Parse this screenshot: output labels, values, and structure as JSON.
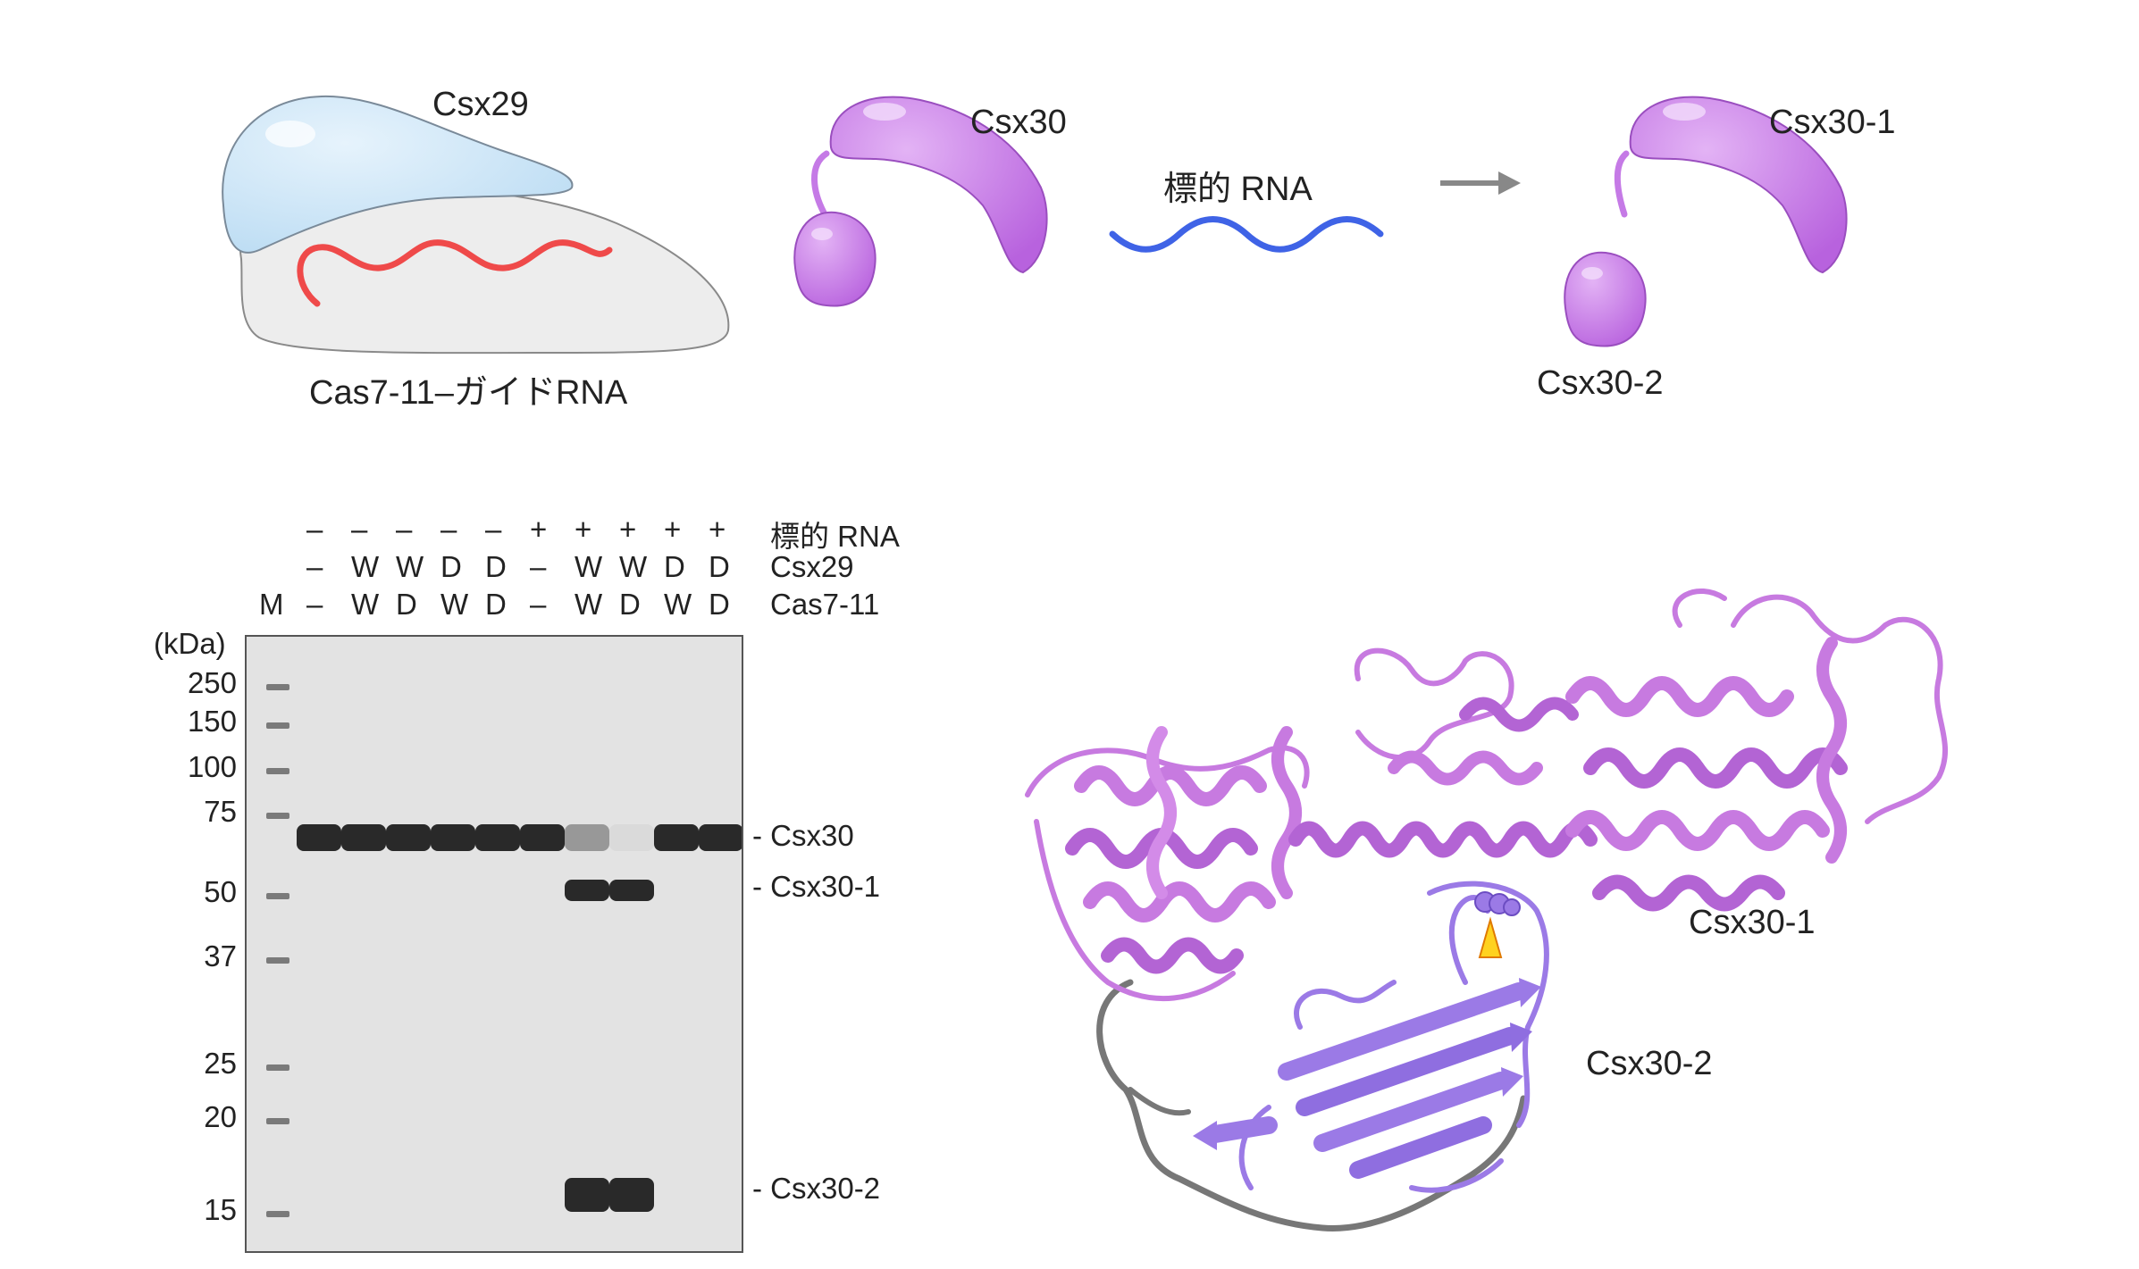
{
  "schematic": {
    "csx29": "Csx29",
    "cas711_guide": "Cas7-11–ガイドRNA",
    "csx30": "Csx30",
    "target_rna": "標的 RNA",
    "csx30_1": "Csx30-1",
    "csx30_2": "Csx30-2"
  },
  "gel": {
    "marker_label": "M",
    "kda_label": "(kDa)",
    "row_labels": [
      "標的 RNA",
      "Csx29",
      "Cas7-11"
    ],
    "rows": {
      "target_rna": [
        "–",
        "–",
        "–",
        "–",
        "–",
        "+",
        "+",
        "+",
        "+",
        "+"
      ],
      "csx29": [
        "–",
        "W",
        "W",
        "D",
        "D",
        "–",
        "W",
        "W",
        "D",
        "D"
      ],
      "cas711": [
        "–",
        "W",
        "D",
        "W",
        "D",
        "–",
        "W",
        "D",
        "W",
        "D"
      ]
    },
    "markers": [
      "250",
      "150",
      "100",
      "75",
      "50",
      "37",
      "25",
      "20",
      "15"
    ],
    "band_labels": [
      "- Csx30",
      "- Csx30-1",
      "- Csx30-2"
    ],
    "band_presence": {
      "csx30": [
        1,
        1,
        1,
        1,
        1,
        1,
        0.4,
        0.05,
        1,
        1
      ],
      "csx30_1": [
        0,
        0,
        0,
        0,
        0,
        0,
        1,
        1,
        0,
        0
      ],
      "csx30_2": [
        0,
        0,
        0,
        0,
        0,
        0,
        1,
        1,
        0,
        0
      ]
    }
  },
  "structure": {
    "label_1": "Csx30-1",
    "label_2": "Csx30-2"
  },
  "colors": {
    "csx29": "#cfe6f7",
    "cas711": "#ebebeb",
    "guide_rna": "#ef4a4a",
    "csx30": "#c57ae6",
    "target_rna": "#3f63e6",
    "arrow": "#888888",
    "helix_1": "#c77ae0",
    "domain_2": "#9b7ae6",
    "linker": "#777777"
  }
}
